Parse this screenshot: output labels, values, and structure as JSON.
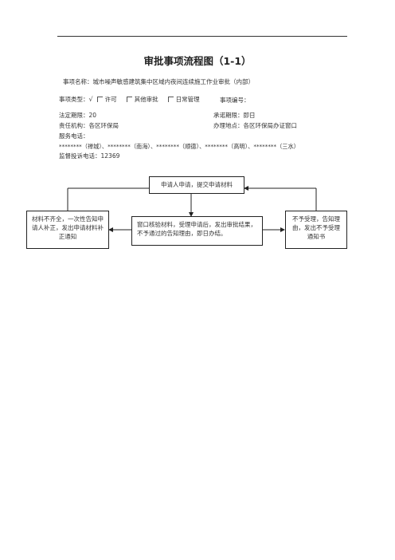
{
  "title": "审批事项流程图（1-1）",
  "info": {
    "item_name": "事项名称：城市噪声敏感建筑集中区域内夜间连续施工作业审批（内部）",
    "item_type_label": "事项类型：",
    "check_mark": "√",
    "type_options": [
      "许可",
      "其他审批",
      "日常管理"
    ],
    "item_number": "事项编号：",
    "legal_period": "法定期限：20",
    "promised_period": "承诺期限：即日",
    "authority": "责任机构：各区环保局",
    "location": "办理地点：各区环保局办证窗口",
    "service_phone": "服务电话：",
    "district_phones": "********（禅城）、********（南海）、********（顺德）、********（高明）、********（三水）",
    "complaint_phone": "监督投诉电话：12369"
  },
  "flow": {
    "apply": "申请人申请，提交申请材料",
    "incomplete": "材料不齐全，一次性告知申请人补正，发出申请材料补正通知",
    "review": "窗口核验材料，受理申请后，发出审批结果，不予通过的告知理由，即日办结。",
    "reject": "不予受理，告知理由，发出不予受理通知书"
  }
}
